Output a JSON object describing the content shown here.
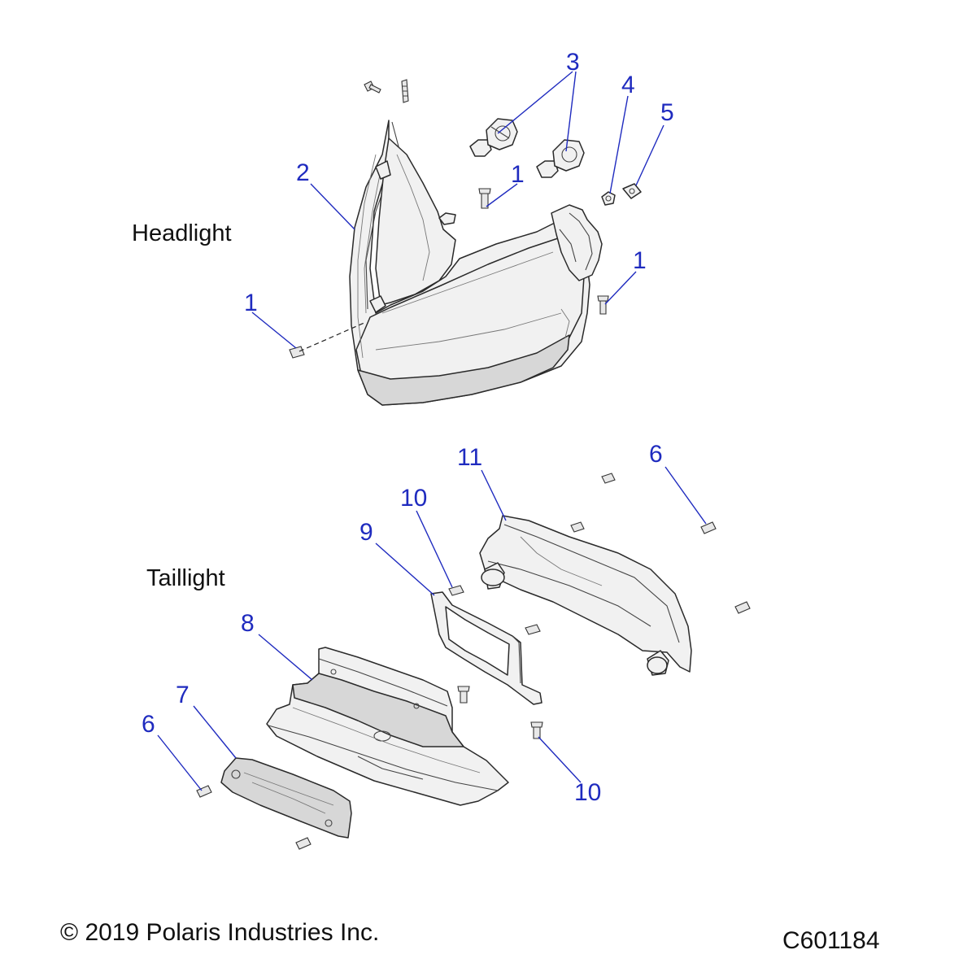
{
  "sections": {
    "headlight_label": "Headlight",
    "taillight_label": "Taillight"
  },
  "callouts": [
    {
      "id": "c3",
      "text": "3"
    },
    {
      "id": "c4",
      "text": "4"
    },
    {
      "id": "c5",
      "text": "5"
    },
    {
      "id": "c2",
      "text": "2"
    },
    {
      "id": "c1a",
      "text": "1"
    },
    {
      "id": "c1b",
      "text": "1"
    },
    {
      "id": "c1c",
      "text": "1"
    },
    {
      "id": "c11",
      "text": "11"
    },
    {
      "id": "c6a",
      "text": "6"
    },
    {
      "id": "c10a",
      "text": "10"
    },
    {
      "id": "c9",
      "text": "9"
    },
    {
      "id": "c8",
      "text": "8"
    },
    {
      "id": "c7",
      "text": "7"
    },
    {
      "id": "c6b",
      "text": "6"
    },
    {
      "id": "c10b",
      "text": "10"
    }
  ],
  "footer": {
    "copyright": "© 2019 Polaris Industries Inc.",
    "diagram_code": "C601184"
  },
  "colors": {
    "callout": "#1f2bbf",
    "line_art": "#2a2a2a",
    "part_fill": "#f1f1f1"
  }
}
